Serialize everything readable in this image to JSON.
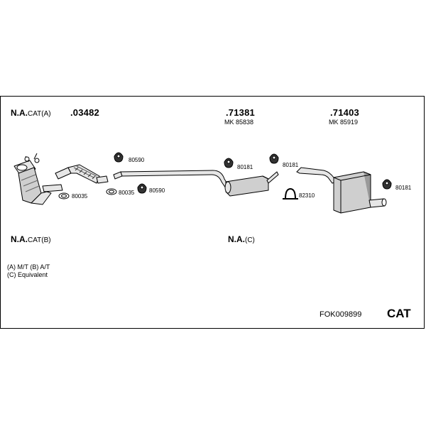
{
  "header_left": {
    "prefix": "N.A.",
    "suffix": "CAT(A)"
  },
  "part_main": ".03482",
  "part_mid": {
    "number": ".71381",
    "mk": "MK 85838"
  },
  "part_rear": {
    "number": ".71403",
    "mk": "MK 85919"
  },
  "header_lower_left": {
    "prefix": "N.A.",
    "suffix": "CAT(B)"
  },
  "header_lower_mid": {
    "prefix": "N.A.",
    "suffix": "(C)"
  },
  "legend": {
    "line1": "(A) M/T (B) A/T",
    "line2": "(C) Equivalent"
  },
  "small_parts": {
    "p80035_left": "80035",
    "p80590_top": "80590",
    "p80035_mid": "80035",
    "p80590_mid": "80590",
    "p80181_a": "80181",
    "p80181_b": "80181",
    "p82310": "82310",
    "p80181_c": "80181"
  },
  "set_code": "FOK009899",
  "category": "CAT",
  "colors": {
    "line": "#000000",
    "fill_light": "#e6e6e6",
    "fill_mid": "#cfcfcf",
    "fill_dark": "#9a9a9a"
  }
}
